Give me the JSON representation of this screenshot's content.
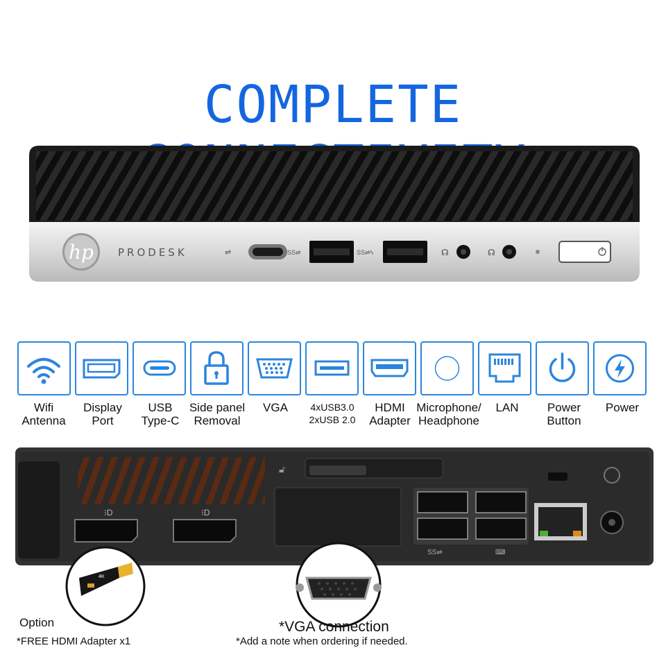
{
  "headline": "COMPLETE CONNECTIVITY",
  "colors": {
    "accent": "#1466e0",
    "icon_blue": "#2b85de"
  },
  "device": {
    "brand_logo": "hp",
    "model": "PRODESK"
  },
  "features": [
    {
      "icon": "wifi-icon",
      "line1": "Wifi",
      "line2": "Antenna"
    },
    {
      "icon": "display-port-icon",
      "line1": "Display",
      "line2": "Port"
    },
    {
      "icon": "usb-c-icon",
      "line1": "USB",
      "line2": "Type-C"
    },
    {
      "icon": "padlock-icon",
      "line1": "Side panel",
      "line2": "Removal"
    },
    {
      "icon": "vga-icon",
      "line1": "VGA",
      "line2": ""
    },
    {
      "icon": "usb-a-icon",
      "line1": "4xUSB3.0",
      "line2": "2xUSB 2.0"
    },
    {
      "icon": "hdmi-icon",
      "line1": "HDMI",
      "line2": "Adapter"
    },
    {
      "icon": "audio-jack-icon",
      "line1": "Microphone/",
      "line2": "Headphone"
    },
    {
      "icon": "lan-port-icon",
      "line1": "LAN",
      "line2": ""
    },
    {
      "icon": "power-button-icon",
      "line1": "Power",
      "line2": "Button"
    },
    {
      "icon": "power-icon",
      "line1": "Power",
      "line2": ""
    }
  ],
  "adapter_badge": "4K",
  "option_label": "Option",
  "hdmi_note": "*FREE HDMI Adapter x1",
  "vga_label": "*VGA connection",
  "vga_note": "*Add a note when ordering if needed."
}
